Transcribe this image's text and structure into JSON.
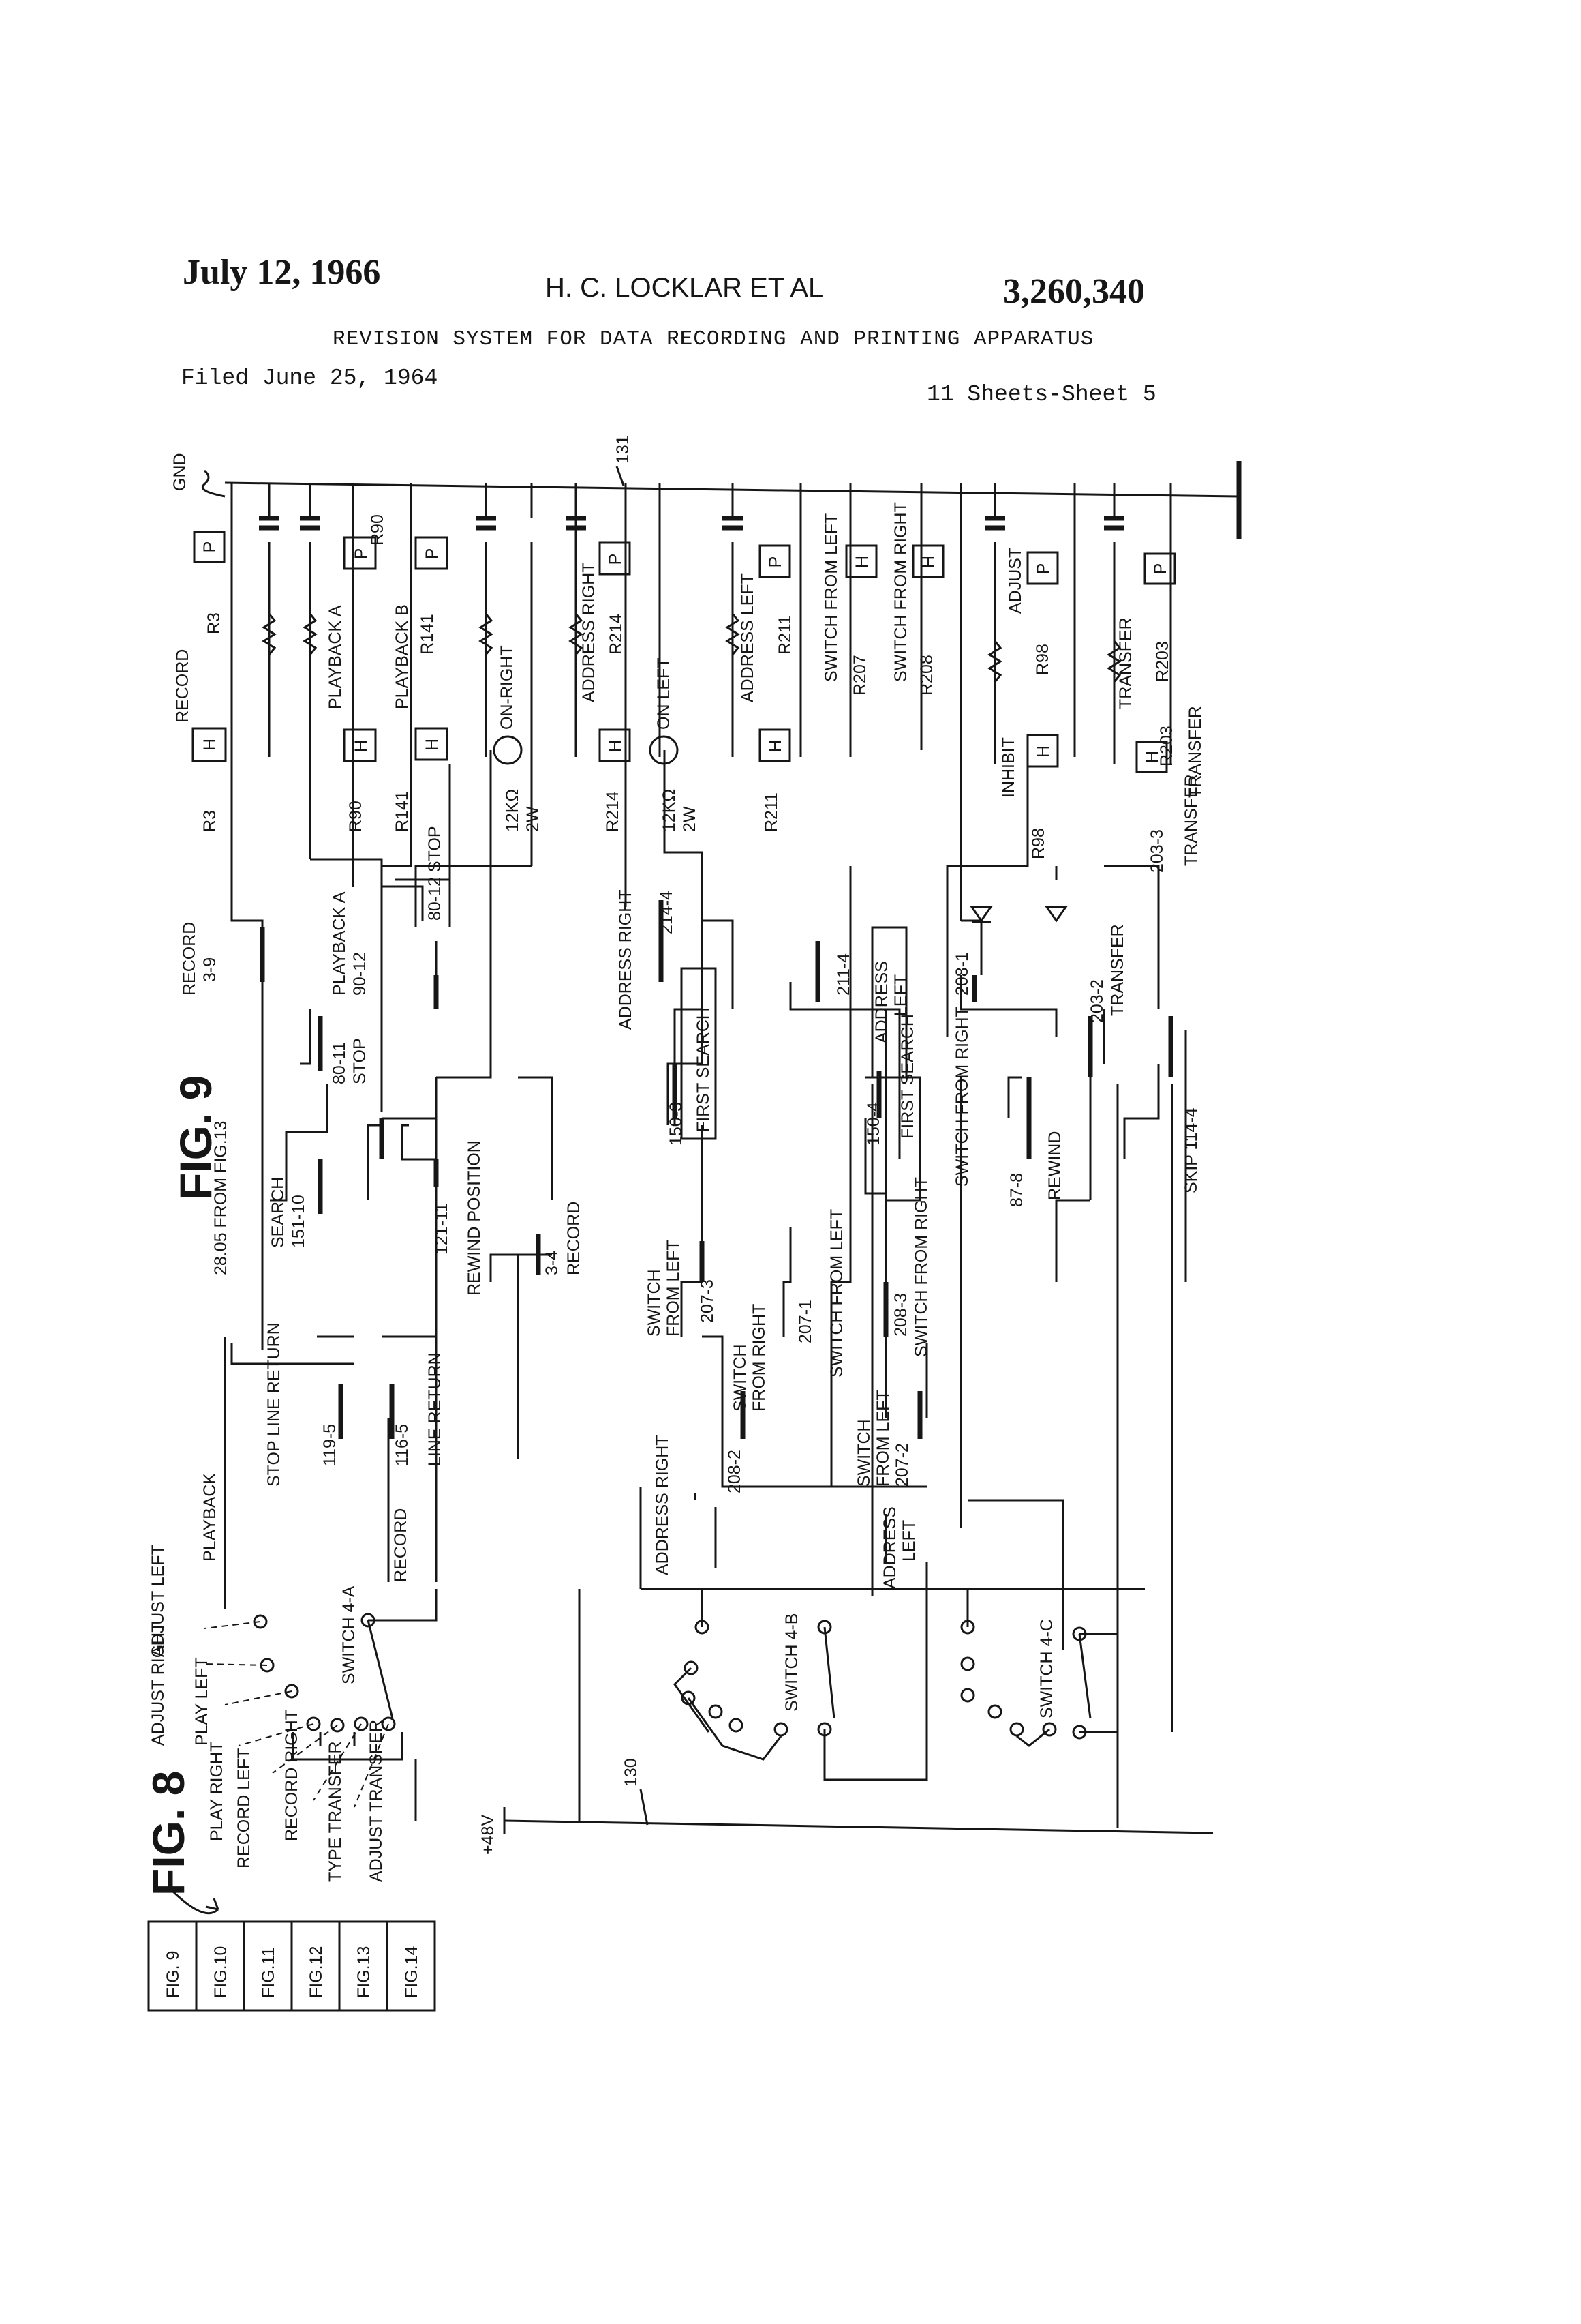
{
  "header": {
    "date": "July 12, 1966",
    "inventors": "H. C. LOCKLAR ET AL",
    "patent_number": "3,260,340",
    "title": "REVISION SYSTEM FOR DATA RECORDING AND PRINTING APPARATUS",
    "filed": "Filed June 25, 1964",
    "sheets": "11 Sheets-Sheet 5"
  },
  "figures": {
    "fig9": "FIG. 9",
    "fig8": "FIG. 8"
  },
  "fig8_table": [
    "FIG. 9",
    "FIG.10",
    "FIG.11",
    "FIG.12",
    "FIG.13",
    "FIG.14"
  ],
  "supply": {
    "gnd": "GND",
    "plus48": "+48V",
    "bus_131": "131",
    "bus_130": "130"
  },
  "relays": {
    "record": "RECORD",
    "r3": "R3",
    "playback_a": "PLAYBACK A",
    "r90": "R90",
    "playback_b": "PLAYBACK B",
    "r141": "R141",
    "on_right": "ON-RIGHT",
    "address_right": "ADDRESS RIGHT",
    "r214": "R214",
    "on_left": "ON LEFT",
    "address_left": "ADDRESS LEFT",
    "r211": "R211",
    "switch_from_left": "SWITCH FROM LEFT",
    "r207": "R207",
    "switch_from_right": "SWITCH FROM RIGHT",
    "r208": "R208",
    "adjust": "ADJUST",
    "r98": "R98",
    "inhibit": "INHIBIT",
    "transfer": "TRANSFER",
    "r203": "R203",
    "res_12k": "12KΩ",
    "res_2w": "2W",
    "coil_h": "H",
    "coil_p": "P"
  },
  "contacts": {
    "c3_9": "3-9",
    "c90_12": "90-12",
    "c80_12_stop": "80-12 STOP",
    "c80_11": "80-11",
    "stop": "STOP",
    "c214_4": "214-4",
    "c211_4": "211-4",
    "address": "ADDRESS",
    "left": "LEFT",
    "c208_1": "208-1",
    "c203_3": "203-3",
    "c203_2": "203-2",
    "c150_3": "150-3",
    "first_search": "FIRST SEARCH",
    "c150_4": "150-4",
    "c87_8": "87-8",
    "rewind": "REWIND",
    "skip": "SKIP 114-4",
    "from_fig13": "28.05 FROM FIG.13",
    "search": "SEARCH",
    "c151_10": "151-10",
    "c121_11": "121-11",
    "rewind_position": "REWIND POSITION",
    "c3_4": "3-4",
    "c207_3": "207-3",
    "c207_1": "207-1",
    "c208_3": "208-3",
    "c208_2": "208-2",
    "c207_2": "207-2",
    "switch": "SWITCH",
    "from_left": "FROM LEFT",
    "from_right": "FROM RIGHT",
    "stop_line_return": "STOP LINE RETURN",
    "c119_5": "119-5",
    "c116_5": "116-5",
    "line_return": "LINE RETURN",
    "playback": "PLAYBACK"
  },
  "switches": {
    "s4a": "SWITCH 4-A",
    "s4b": "SWITCH 4-B",
    "s4c": "SWITCH 4-C",
    "adjust_left": "ADJUST LEFT",
    "adjust_right": "ADJUST RIGHT",
    "play_left": "PLAY LEFT",
    "play_right": "PLAY RIGHT",
    "record_left": "RECORD LEFT",
    "record_right": "RECORD RIGHT",
    "type_transfer": "TYPE TRANSFER",
    "adjust_transfer": "ADJUST TRANSFER"
  }
}
